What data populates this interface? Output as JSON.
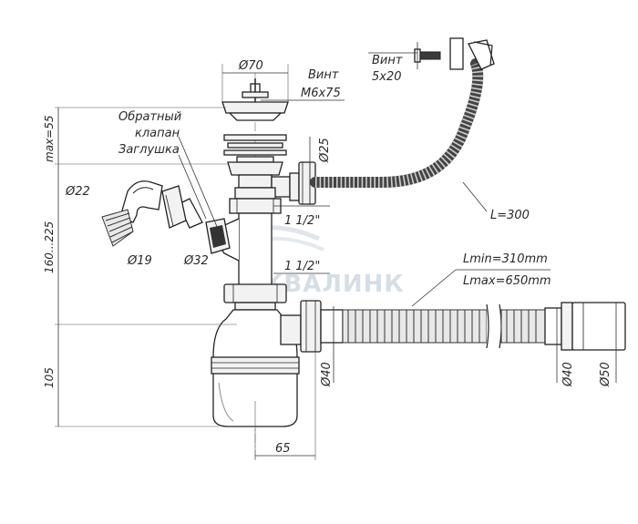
{
  "labels": {
    "d70": "Ø70",
    "screw1_a": "Винт",
    "screw1_b": "М6x75",
    "screw2_a": "Винт",
    "screw2_b": "5x20",
    "check_valve_a": "Обратный",
    "check_valve_b": "клапан",
    "plug": "Заглушка",
    "d25": "Ø25",
    "d22": "Ø22",
    "d19": "Ø19",
    "d32": "Ø32",
    "thread_upper": "1 1/2\"",
    "thread_lower": "1 1/2\"",
    "hose_length": "L=300",
    "lmin": "Lmin=310mm",
    "lmax": "Lmax=650mm",
    "d40_left": "Ø40",
    "d40_right": "Ø40",
    "d50": "Ø50",
    "dim_max55": "max=55",
    "dim_160_225": "160...225",
    "dim_105": "105",
    "dim_65": "65"
  },
  "watermark": "АКВАЛИНК",
  "colors": {
    "line": "#222222",
    "hose": "#444444",
    "watermark": "#c9d3dd"
  }
}
